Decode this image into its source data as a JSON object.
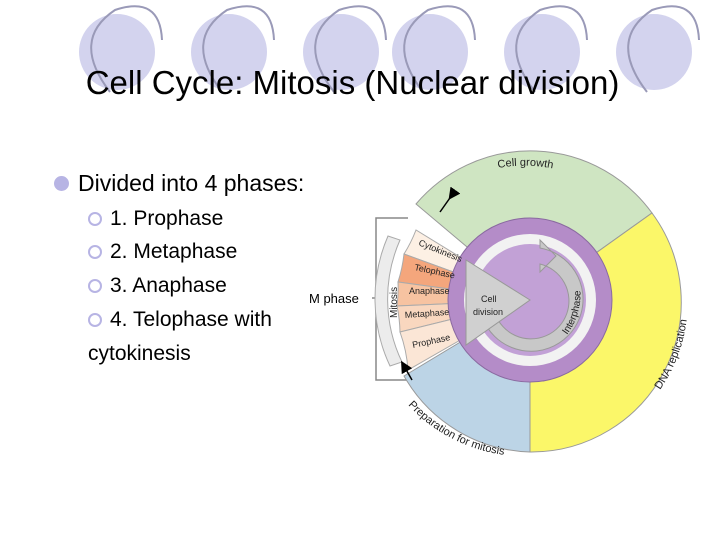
{
  "slide": {
    "title": "Cell Cycle:  Mitosis (Nuclear division)",
    "bullet": "Divided into 4 phases:",
    "sub_items": [
      "1.  Prophase",
      "2.  Metaphase",
      "3.  Anaphase",
      "4.  Telophase with"
    ],
    "sub_item_continuation": "cytokinesis"
  },
  "diagram": {
    "m_phase_label": "M phase",
    "outer_labels": {
      "cell_growth": "Cell growth",
      "dna_replication": "DNA replication",
      "preparation": "Preparation for mitosis"
    },
    "ring_labels": {
      "mitosis": "Mitosis",
      "interphase": "Interphase"
    },
    "phase_labels": [
      "Cytokinesis",
      "Telophase",
      "Anaphase",
      "Metaphase",
      "Prophase"
    ],
    "center_label_line1": "Cell",
    "center_label_line2": "division"
  },
  "colors": {
    "green": "#cfe5c2",
    "yellow": "#fbf769",
    "blue": "#bcd4e6",
    "purple": "#b48cc8",
    "inner_purple": "#c2a1d6",
    "arrow_gray": "#c8c8c8",
    "ring_bullet": "#b7b4e4",
    "telophase": "#f4a67c",
    "anaphase": "#f7c3a1",
    "metaphase": "#f9d7bf",
    "prophase": "#fbe6d6",
    "cytokinesis": "#fdf0e4"
  }
}
